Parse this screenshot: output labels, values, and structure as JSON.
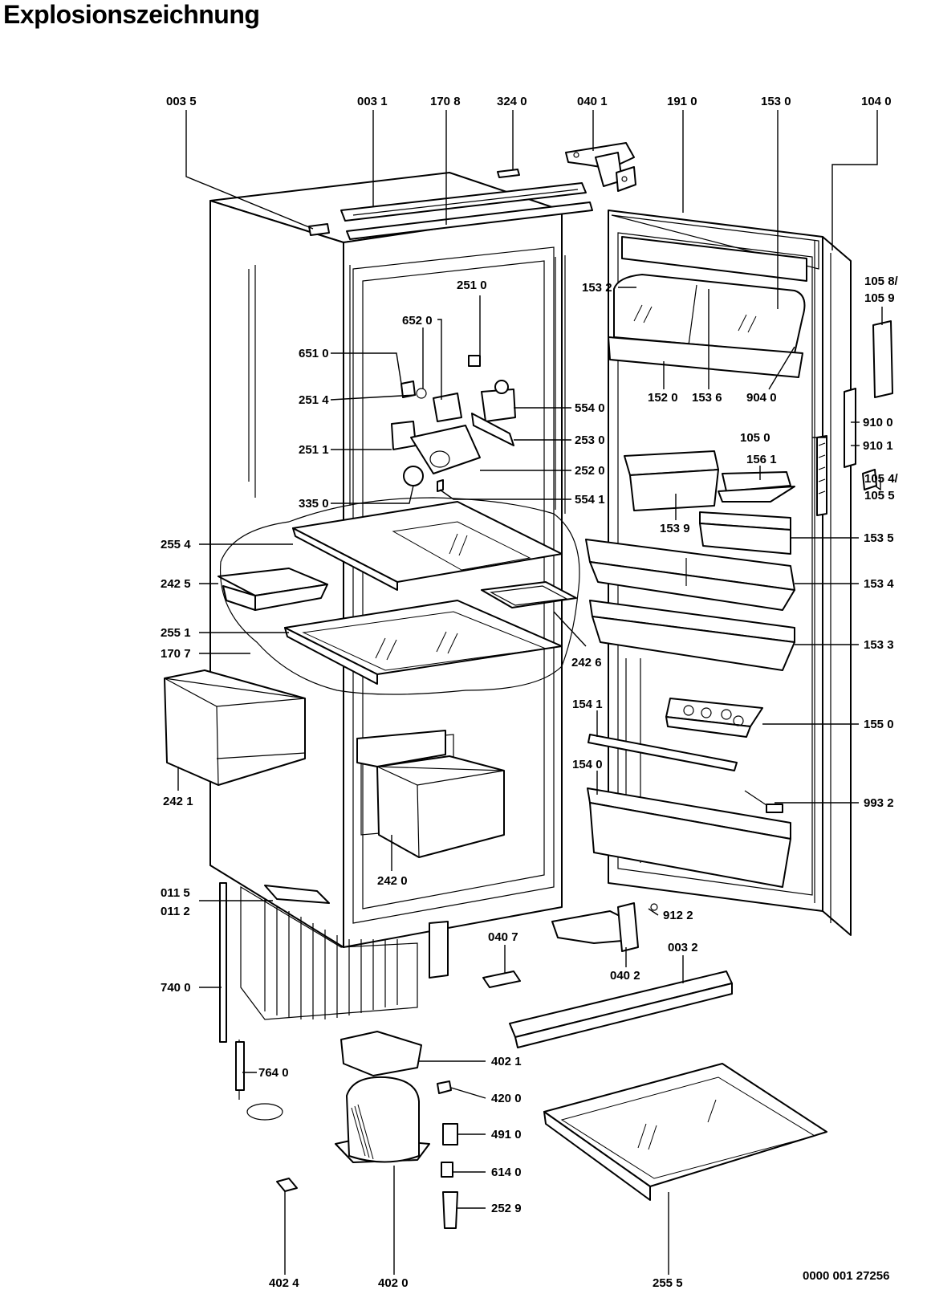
{
  "title": "Explosionszeichnung",
  "document_number": "0000 001 27256",
  "part_labels": {
    "p0035": "003 5",
    "p0031": "003 1",
    "p1708": "170 8",
    "p3240": "324 0",
    "p0401": "040 1",
    "p1910": "191 0",
    "p1530": "153 0",
    "p1040": "104 0",
    "p1532": "153 2",
    "p2510": "251 0",
    "p6520": "652 0",
    "p6510": "651 0",
    "p2514": "251 4",
    "p5540": "554 0",
    "p1520": "152 0",
    "p1536": "153 6",
    "p9040": "904 0",
    "p1058": "105 8/",
    "p1059": "105 9",
    "p9100": "910 0",
    "p9101": "910 1",
    "p1050": "105 0",
    "p1054": "105 4/",
    "p1055": "105 5",
    "p2511": "251 1",
    "p2530": "253 0",
    "p2520": "252 0",
    "p5541": "554 1",
    "p3350": "335 0",
    "p1561": "156 1",
    "p1539": "153 9",
    "p1535": "153 5",
    "p2554": "255 4",
    "p2425": "242 5",
    "p1534": "153 4",
    "p2551": "255 1",
    "p1707": "170 7",
    "p2426": "242 6",
    "p1533": "153 3",
    "p1541": "154 1",
    "p1550": "155 0",
    "p2421": "242 1",
    "p1540": "154 0",
    "p9932": "993 2",
    "p2420": "242 0",
    "p0115": "011 5",
    "p0112": "011 2",
    "p9122": "912 2",
    "p0407": "040 7",
    "p0032": "003 2",
    "p0402": "040 2",
    "p7400": "740 0",
    "p4021": "402 1",
    "p7640": "764 0",
    "p4200": "420 0",
    "p4910": "491 0",
    "p6140": "614 0",
    "p2529": "252 9",
    "p4024": "402 4",
    "p4020": "402 0",
    "p2555": "255 5"
  }
}
